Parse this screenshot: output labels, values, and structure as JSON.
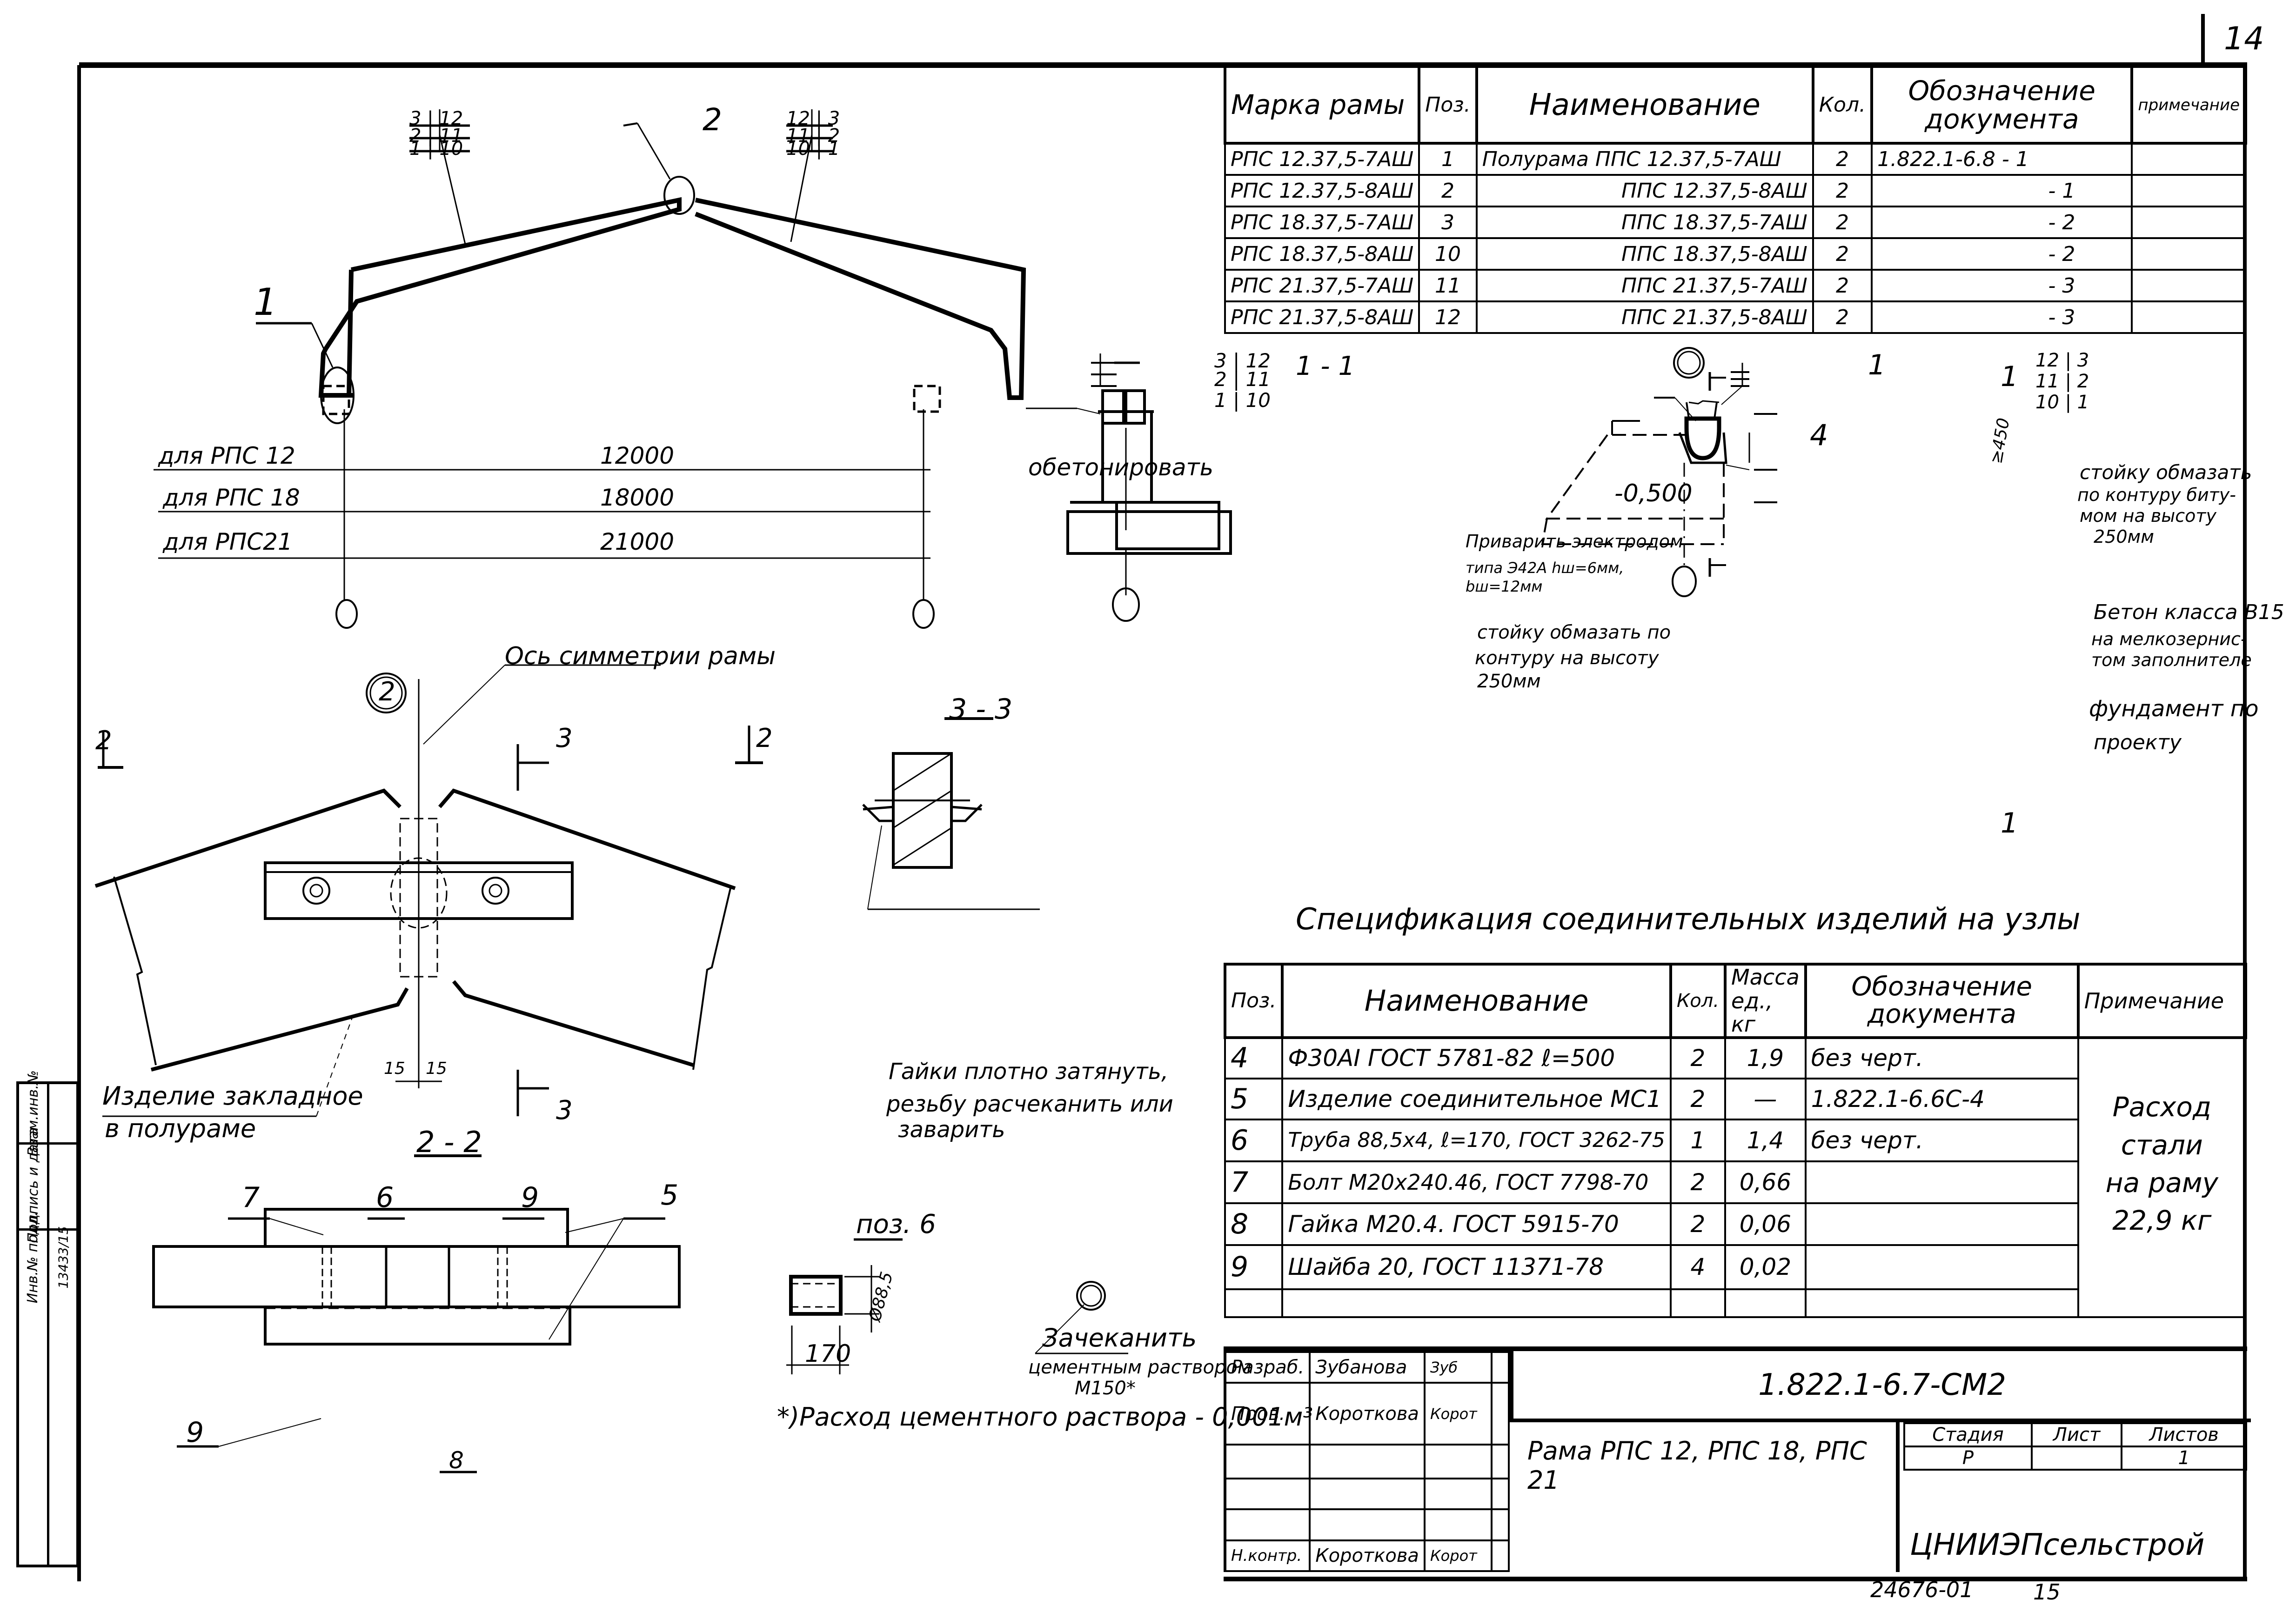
{
  "sheet": {
    "page_number": "14",
    "archive_number": "24676-01",
    "archive_page": "15"
  },
  "frame_table": {
    "headers": {
      "mark": "Марка рамы",
      "pos": "Поз.",
      "name": "Наименование",
      "qty": "Кол.",
      "doc": "Обозначение документа",
      "note": "примечание"
    },
    "rows": [
      {
        "mark": "РПС 12.37,5-7АШ",
        "pos": "1",
        "name": "Полурама ППС 12.37,5-7АШ",
        "qty": "2",
        "doc": "1.822.1-6.8 - 1",
        "note": ""
      },
      {
        "mark": "РПС 12.37,5-8АШ",
        "pos": "2",
        "name": "ППС 12.37,5-8АШ",
        "qty": "2",
        "doc": "- 1",
        "note": ""
      },
      {
        "mark": "РПС 18.37,5-7АШ",
        "pos": "3",
        "name": "ППС 18.37,5-7АШ",
        "qty": "2",
        "doc": "- 2",
        "note": ""
      },
      {
        "mark": "РПС 18.37,5-8АШ",
        "pos": "10",
        "name": "ППС 18.37,5-8АШ",
        "qty": "2",
        "doc": "- 2",
        "note": ""
      },
      {
        "mark": "РПС 21.37,5-7АШ",
        "pos": "11",
        "name": "ППС 21.37,5-7АШ",
        "qty": "2",
        "doc": "- 3",
        "note": ""
      },
      {
        "mark": "РПС 21.37,5-8АШ",
        "pos": "12",
        "name": "ППС 21.37,5-8АШ",
        "qty": "2",
        "doc": "- 3",
        "note": ""
      }
    ]
  },
  "frame_view": {
    "callout_1": "1",
    "callout_2": "2",
    "stack_left": [
      "3 | 12",
      "2 | 11",
      "1 | 10"
    ],
    "stack_right": [
      "12 | 3",
      "11 | 2",
      "10 | 1"
    ],
    "spans": [
      {
        "label": "для РПС 12",
        "value": "12000"
      },
      {
        "label": "для РПС 18",
        "value": "18000"
      },
      {
        "label": "для РПС21",
        "value": "21000"
      }
    ]
  },
  "section_1_1": {
    "title": "1 - 1",
    "stack": [
      "3 | 12",
      "2 | 11",
      "1 | 10"
    ],
    "note_concrete": "обетонировать",
    "note_weld_1": "Приварить электродом",
    "note_weld_2": "типа Э42А hш=6мм,",
    "note_weld_3": "bш=12мм",
    "note_coat_1": "стойку обмазать по",
    "note_coat_2": "контуру на высоту",
    "note_coat_3": "250мм"
  },
  "node_1": {
    "marker": "1",
    "pos_label": "4",
    "elevation": "-0,500",
    "cut_label": "1",
    "stack": [
      "12 | 3",
      "11 | 2",
      "10 | 1"
    ],
    "dim": "≥450",
    "note_bitumen_1": "стойку обмазать",
    "note_bitumen_2": "по контуру биту-",
    "note_bitumen_3": "мом на высоту",
    "note_bitumen_4": "250мм",
    "note_beton_1": "Бетон класса В15",
    "note_beton_2": "на мелкозернис-",
    "note_beton_3": "том заполнителе",
    "note_found_1": "фундамент по",
    "note_found_2": "проекту"
  },
  "node_2": {
    "marker": "2",
    "axis_label": "Ось симметрии рамы",
    "cut_2": "2",
    "cut_3": "3",
    "dim_left": "15",
    "dim_right": "15",
    "embed_1": "Изделие закладное",
    "embed_2": "в полураме"
  },
  "section_2_2": {
    "title": "2 - 2",
    "labels": [
      "7",
      "6",
      "9",
      "5",
      "9",
      "8"
    ]
  },
  "section_3_3": {
    "title": "3 - 3",
    "note_1": "Гайки плотно затянуть,",
    "note_2": "резьбу расчеканить или",
    "note_3": "заварить"
  },
  "pos6": {
    "title": "поз. 6",
    "dim_length": "170",
    "dim_diameter": "Ø88,5",
    "caulk_1": "Зачеканить",
    "caulk_2": "цементным раствором",
    "caulk_3": "М150*",
    "footnote": "*)Расход цементного раствора - 0,001м³"
  },
  "spec": {
    "title": "Спецификация соединительных изделий на узлы",
    "headers": {
      "pos": "Поз.",
      "name": "Наименование",
      "qty": "Кол.",
      "mass": "Масса ед., кг",
      "doc": "Обозначение документа",
      "note": "Примечание"
    },
    "rows": [
      {
        "pos": "4",
        "name": "Ф30АI ГОСТ 5781-82 ℓ=500",
        "qty": "2",
        "mass": "1,9",
        "doc": "без черт."
      },
      {
        "pos": "5",
        "name": "Изделие соединительное МС1",
        "qty": "2",
        "mass": "—",
        "doc": "1.822.1-6.6С-4"
      },
      {
        "pos": "6",
        "name": "Труба 88,5х4, ℓ=170, ГОСТ 3262-75",
        "qty": "1",
        "mass": "1,4",
        "doc": "без черт."
      },
      {
        "pos": "7",
        "name": "Болт М20х240.46, ГОСТ 7798-70",
        "qty": "2",
        "mass": "0,66",
        "doc": ""
      },
      {
        "pos": "8",
        "name": "Гайка М20.4. ГОСТ 5915-70",
        "qty": "2",
        "mass": "0,06",
        "doc": ""
      },
      {
        "pos": "9",
        "name": "Шайба 20, ГОСТ 11371-78",
        "qty": "4",
        "mass": "0,02",
        "doc": ""
      }
    ],
    "note_1": "Расход",
    "note_2": "стали",
    "note_3": "на раму",
    "note_4": "22,9 кг"
  },
  "title_block": {
    "roles": [
      {
        "role": "Разраб.",
        "name": "Зубанова",
        "sign": "Зуб"
      },
      {
        "role": "Пров.",
        "name": "Короткова",
        "sign": "Корот"
      },
      {
        "role": "",
        "name": "",
        "sign": ""
      },
      {
        "role": "",
        "name": "",
        "sign": ""
      },
      {
        "role": "",
        "name": "",
        "sign": ""
      },
      {
        "role": "Н.контр.",
        "name": "Короткова",
        "sign": "Корот"
      }
    ],
    "code": "1.822.1-6.7-СМ2",
    "description": "Рама РПС 12, РПС 18, РПС 21",
    "stage_label": "Стадия",
    "sheet_label": "Лист",
    "sheets_label": "Листов",
    "stage": "Р",
    "sheet": "",
    "sheets": "1",
    "org": "ЦНИИЭПсельстрой"
  },
  "side_stamp": {
    "fields": [
      "Взам.инв.№",
      "Подпись и дата",
      "Инв.№ подл."
    ],
    "inv_value": "13433/15"
  }
}
